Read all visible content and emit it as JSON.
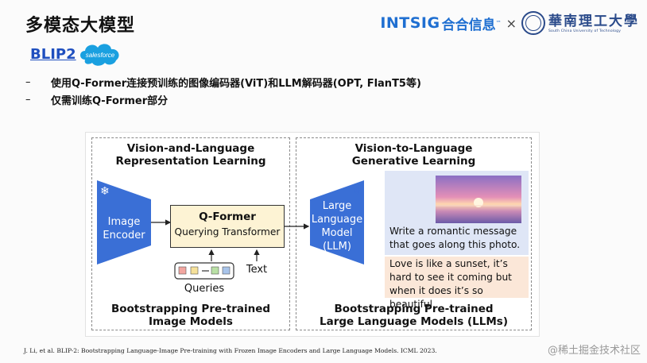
{
  "title": "多模态大模型",
  "logos": {
    "intsig_en": "INTSIG",
    "intsig_cn": "合合信息",
    "trademark": "™",
    "times": "×",
    "scut_cn": "華南理工大學",
    "scut_en": "South China University of Technology"
  },
  "section": "BLIP2",
  "salesforce_label": "salesforce",
  "bullets": [
    {
      "dash": "–",
      "text": "使用Q-Former连接预训练的图像编码器(ViT)和LLM解码器(OPT, FlanT5等)"
    },
    {
      "dash": "–",
      "text": "仅需训练Q-Former部分"
    }
  ],
  "figure": {
    "left_title_1": "Vision-and-Language",
    "left_title_2": "Representation Learning",
    "right_title_1": "Vision-to-Language",
    "right_title_2": "Generative Learning",
    "image_encoder_1": "Image",
    "image_encoder_2": "Encoder",
    "qformer_title": "Q-Former",
    "qformer_sub": "Querying Transformer",
    "queries": "Queries",
    "text": "Text",
    "llm_1": "Large",
    "llm_2": "Language",
    "llm_3": "Model",
    "llm_4": "(LLM)",
    "prompt_1": "Write a romantic message",
    "prompt_2": "that goes along this photo.",
    "answer_1": "Love is like a sunset, it’s",
    "answer_2": "hard to see it coming but",
    "answer_3": "when it does it’s so beautiful.",
    "left_bottom_1": "Bootstrapping Pre-trained",
    "left_bottom_2": "Image Models",
    "right_bottom_1": "Bootstrapping Pre-trained",
    "right_bottom_2": "Large Language Models (LLMs)",
    "frozen_icon": "❄",
    "colors": {
      "encoder": "#3a6fd6",
      "qformer": "#fdf3d4",
      "prompt": "#dfe6f6",
      "answer": "#fbe7d8"
    }
  },
  "reference": "J. Li, et al. BLIP-2: Bootstrapping Language-Image Pre-training with Frozen Image Encoders and Large Language Models. ICML 2023.",
  "watermark": "@稀土掘金技术社区"
}
